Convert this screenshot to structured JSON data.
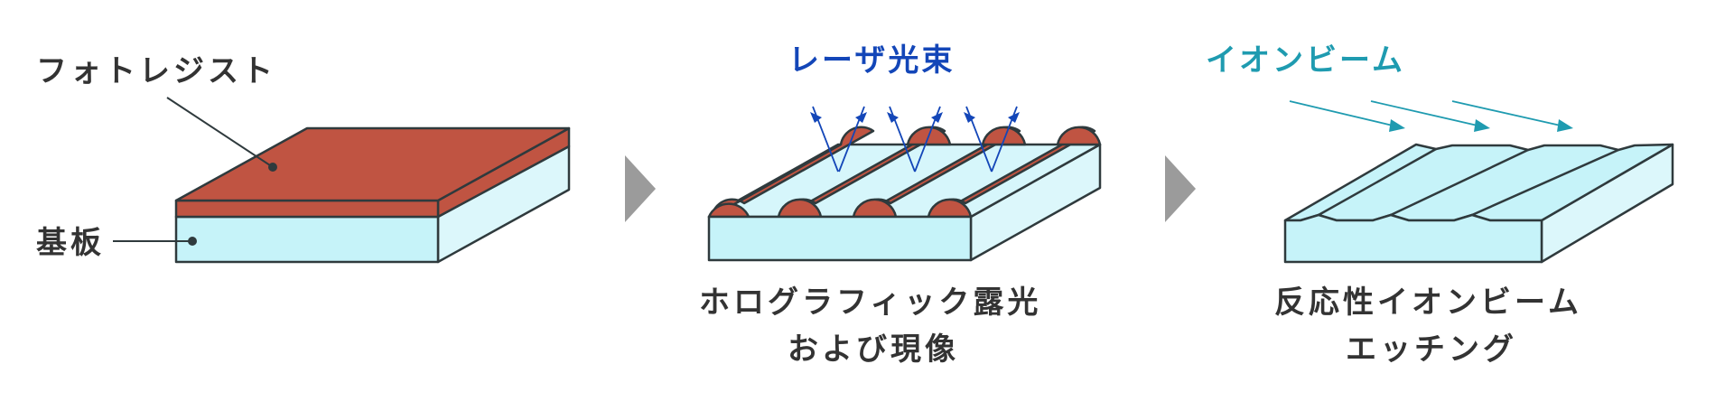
{
  "step1": {
    "photoresist_label": "フォトレジスト",
    "substrate_label": "基板"
  },
  "step2": {
    "beam_label": "レーザ光束",
    "caption_line1": "ホログラフィック露光",
    "caption_line2": "および現像"
  },
  "step3": {
    "beam_label": "イオンビーム",
    "caption_line1": "反応性イオンビーム",
    "caption_line2": "エッチング"
  },
  "colors": {
    "photoresist": "#c05442",
    "substrate_top": "#d6f6fb",
    "substrate_front": "#c6f3f9",
    "substrate_side": "#dcf7fb",
    "laser": "#1346b8",
    "ion": "#1f9bb0",
    "arrow": "#9b9b9b",
    "outline": "#2f3a3d"
  }
}
